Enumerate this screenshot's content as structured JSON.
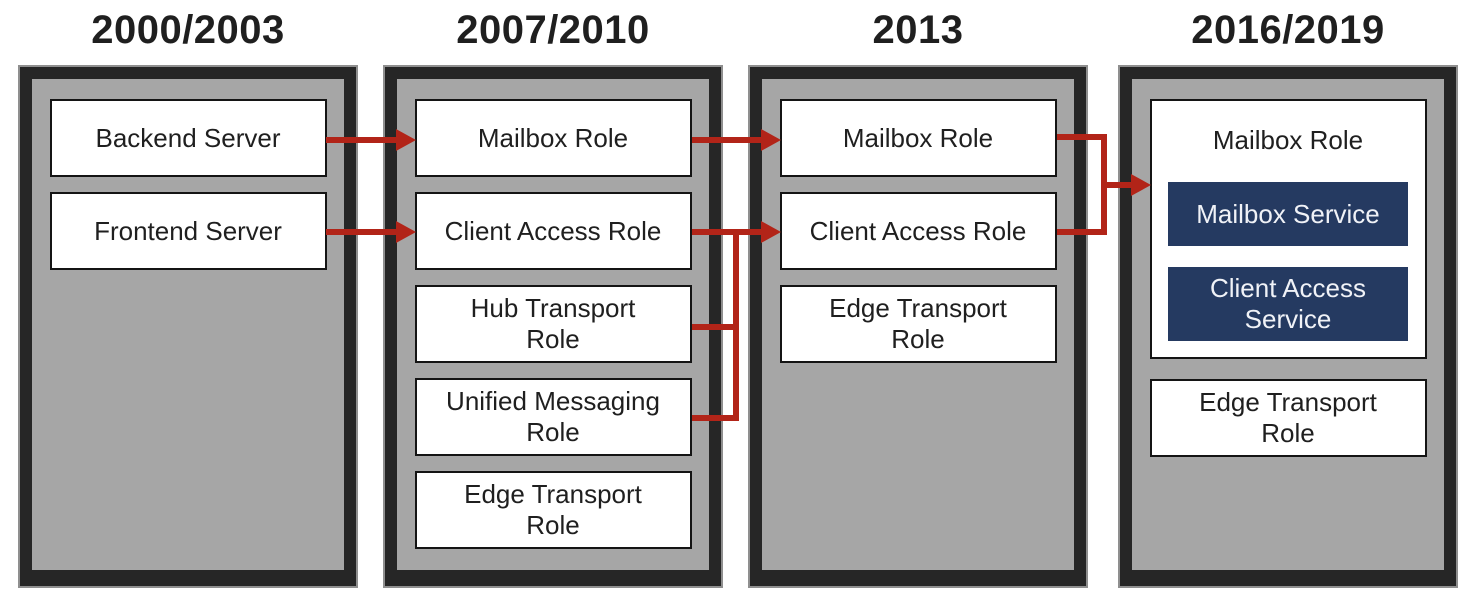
{
  "colors": {
    "frame": "#262626",
    "panel": "#a6a6a6",
    "boxborder": "#141414",
    "arrow": "#b22418",
    "service": "#253a61",
    "servicetext": "#f0f2f7",
    "text": "#1f1f1f"
  },
  "columns": [
    {
      "title": "2000/2003",
      "boxes": [
        {
          "label": "Backend Server"
        },
        {
          "label": "Frontend Server"
        }
      ]
    },
    {
      "title": "2007/2010",
      "boxes": [
        {
          "label": "Mailbox Role"
        },
        {
          "label": "Client Access Role"
        },
        {
          "label": "Hub Transport Role"
        },
        {
          "label": "Unified Messaging Role"
        },
        {
          "label": "Edge Transport Role"
        }
      ]
    },
    {
      "title": "2013",
      "boxes": [
        {
          "label": "Mailbox Role"
        },
        {
          "label": "Client Access Role"
        },
        {
          "label": "Edge Transport Role"
        }
      ]
    },
    {
      "title": "2016/2019",
      "mailbox_container": {
        "label": "Mailbox Role",
        "services": [
          {
            "label": "Mailbox Service"
          },
          {
            "label": "Client Access Service"
          }
        ]
      },
      "boxes": [
        {
          "label": "Edge Transport Role"
        }
      ]
    }
  ],
  "connections": [
    {
      "from": "Backend Server (2000/2003)",
      "to": "Mailbox Role (2007/2010)"
    },
    {
      "from": "Frontend Server (2000/2003)",
      "to": "Client Access Role (2007/2010)"
    },
    {
      "from": "Mailbox Role (2007/2010)",
      "to": "Mailbox Role (2013)"
    },
    {
      "from": "Client Access Role (2007/2010)",
      "to": "Client Access Role (2013)"
    },
    {
      "from": "Hub Transport Role (2007/2010)",
      "to": "Client Access Role (2013)"
    },
    {
      "from": "Unified Messaging Role (2007/2010)",
      "to": "Client Access Role (2013)"
    },
    {
      "from": "Mailbox Role (2013)",
      "to": "Mailbox Role (2016/2019)"
    },
    {
      "from": "Client Access Role (2013)",
      "to": "Mailbox Role (2016/2019)"
    }
  ]
}
